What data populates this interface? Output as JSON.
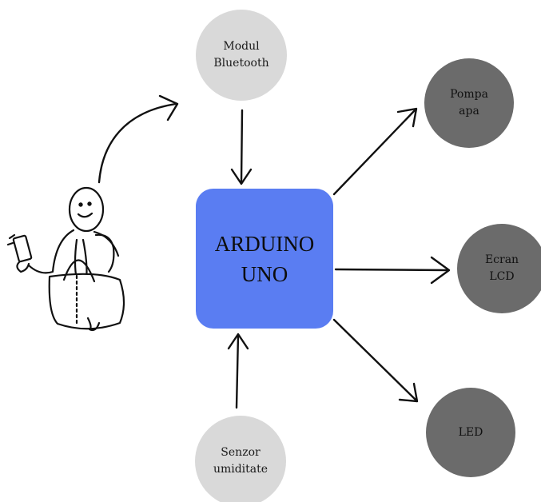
{
  "nodes": {
    "bluetooth": {
      "line1": "Modul",
      "line2": "Bluetooth"
    },
    "pompa": {
      "line1": "Pompa",
      "line2": "apa"
    },
    "ecran": {
      "line1": "Ecran",
      "line2": "LCD"
    },
    "led": {
      "line1": "LED"
    },
    "senzor": {
      "line1": "Senzor",
      "line2": "umiditate"
    },
    "arduino": {
      "line1": "ARDUINO",
      "line2": "UNO"
    }
  },
  "colors": {
    "arduino_fill": "#5a7df2",
    "input_nodes": "#d9d9d9",
    "output_nodes": "#6b6b6b",
    "arrows": "#111111"
  }
}
